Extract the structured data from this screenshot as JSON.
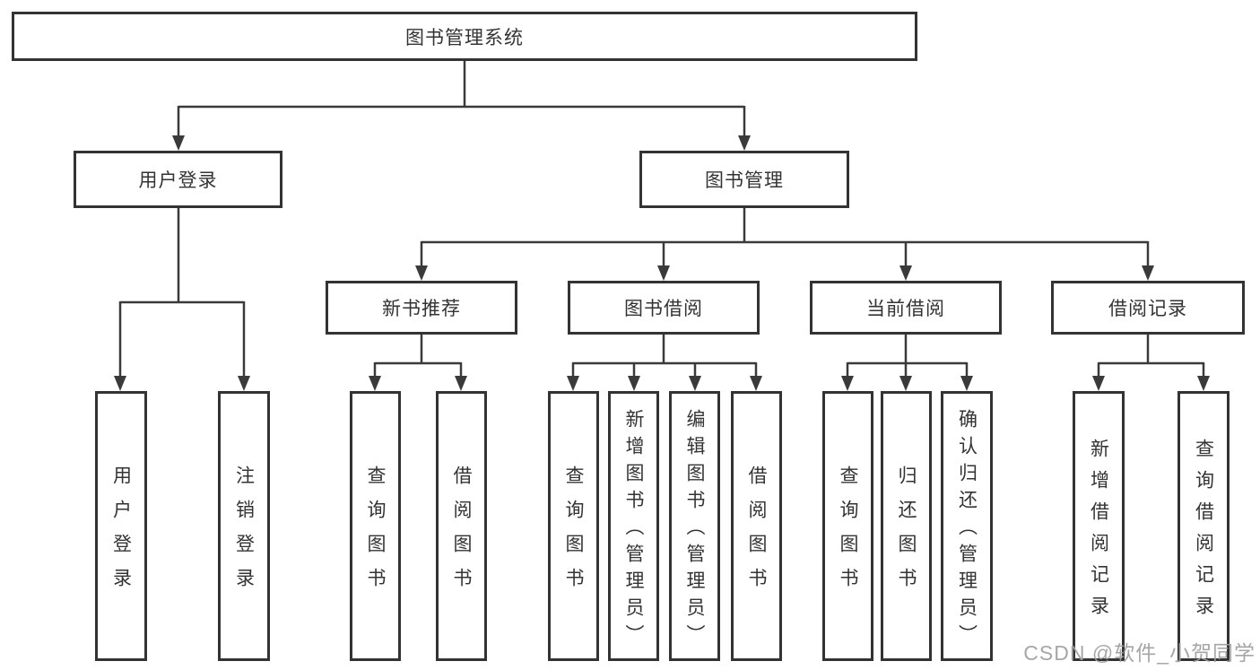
{
  "diagram": {
    "root": {
      "label": "图书管理系统"
    },
    "branches": [
      {
        "label": "用户登录",
        "children": [
          {
            "label": "用户登录"
          },
          {
            "label": "注销登录"
          }
        ]
      },
      {
        "label": "图书管理",
        "children": [
          {
            "label": "新书推荐",
            "children": [
              {
                "label": "查询图书"
              },
              {
                "label": "借阅图书"
              }
            ]
          },
          {
            "label": "图书借阅",
            "children": [
              {
                "label": "查询图书"
              },
              {
                "label": "新增图书（管理员）"
              },
              {
                "label": "编辑图书（管理员）"
              },
              {
                "label": "借阅图书"
              }
            ]
          },
          {
            "label": "当前借阅",
            "children": [
              {
                "label": "查询图书"
              },
              {
                "label": "归还图书"
              },
              {
                "label": "确认归还（管理员）"
              }
            ]
          },
          {
            "label": "借阅记录",
            "children": [
              {
                "label": "新增借阅记录"
              },
              {
                "label": "查询借阅记录"
              }
            ]
          }
        ]
      }
    ]
  },
  "watermark": "CSDN @软件_小贺同学",
  "colors": {
    "line": "#3a3a3a",
    "border": "#333333",
    "text": "#333333",
    "watermark": "#9e9e9e"
  }
}
